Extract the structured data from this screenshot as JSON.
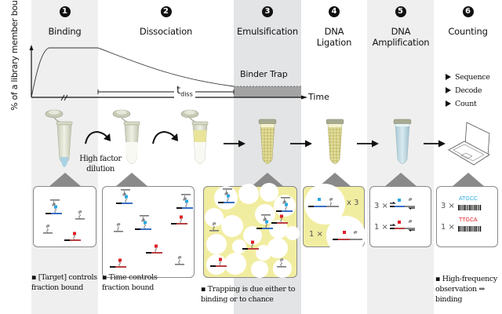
{
  "y_axis_label": "% of a library member bound",
  "steps": [
    {
      "number": "1",
      "title": "Binding",
      "bullet": "[Target] controls fraction bound"
    },
    {
      "number": "2",
      "title": "Dissociation",
      "bullet": "Time controls fraction bound"
    },
    {
      "number": "3",
      "title": "Emulsification",
      "bullet": "Trapping is due either to binding or to chance"
    },
    {
      "number": "4",
      "title": "DNA Ligation",
      "bullet": ""
    },
    {
      "number": "5",
      "title": "DNA Amplification",
      "bullet": ""
    },
    {
      "number": "6",
      "title": "Counting",
      "bullet": "High-frequency observation ⇒ binding"
    }
  ],
  "graph": {
    "x_label": "Time",
    "t_label": "t",
    "t_sub": "diss",
    "trap_label": "Binder Trap"
  },
  "dilution_label": "High factor dilution",
  "counting_list": [
    "Sequence",
    "Decode",
    "Count"
  ],
  "ligation_panel": {
    "top_mult": "x 3",
    "bottom_mult": "1 ×"
  },
  "amplification_panel": {
    "top_mult": "3 ×",
    "bottom_mult": "1 ×"
  },
  "counting_panel": {
    "top_mult": "3 ×",
    "top_seq": "ATGCC",
    "bottom_mult": "1 ×",
    "bottom_seq": "TTGCA"
  },
  "colors": {
    "blue_binder": "#3a6fc4",
    "blue_tag": "#2aa8e0",
    "red_binder": "#b94040",
    "red_tag": "#e01e25",
    "emulsion_yellow": "#f1eda0",
    "grey_column": "#efefef"
  }
}
